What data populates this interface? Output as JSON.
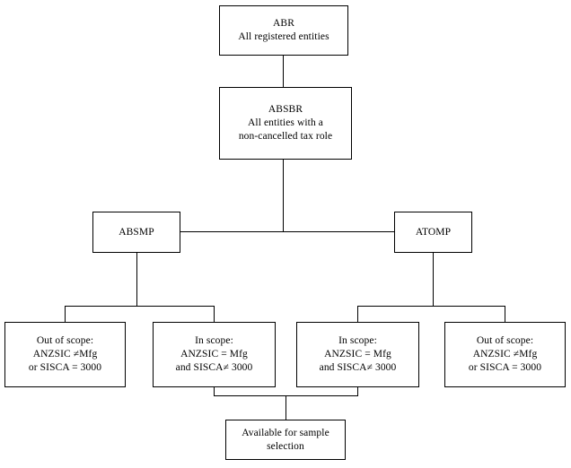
{
  "diagram": {
    "title": "ABS business register sample frame flowchart",
    "type": "flowchart",
    "background_color": "#ffffff",
    "line_color": "#000000",
    "text_color": "#000000",
    "nodes": [
      {
        "id": "abr",
        "name": "abr",
        "lines": [
          "ABR",
          "All registered entities"
        ]
      },
      {
        "id": "absbr",
        "name": "absbr",
        "lines": [
          "ABSBR",
          "All entities with a",
          "non-cancelled tax role"
        ]
      },
      {
        "id": "absmp",
        "name": "absmp",
        "lines": [
          "ABSMP"
        ]
      },
      {
        "id": "atomp",
        "name": "atomp",
        "lines": [
          "ATOMP"
        ]
      },
      {
        "id": "absmp-out-of-scope",
        "name": "absmp-out-of-scope",
        "lines": [
          "Out of scope:",
          "ANZSIC ≠Mfg",
          "or SISCA = 3000"
        ]
      },
      {
        "id": "absmp-in-scope",
        "name": "absmp-in-scope",
        "lines": [
          "In scope:",
          "ANZSIC = Mfg",
          "and SISCA≠ 3000"
        ]
      },
      {
        "id": "atomp-in-scope",
        "name": "atomp-in-scope",
        "lines": [
          "In scope:",
          "ANZSIC = Mfg",
          "and SISCA≠ 3000"
        ]
      },
      {
        "id": "atomp-out-of-scope",
        "name": "atomp-out-of-scope",
        "lines": [
          "Out of scope:",
          "ANZSIC ≠Mfg",
          "or SISCA = 3000"
        ]
      },
      {
        "id": "available",
        "name": "available-for-sample-selection",
        "lines": [
          "Available for sample",
          "selection"
        ]
      }
    ]
  }
}
